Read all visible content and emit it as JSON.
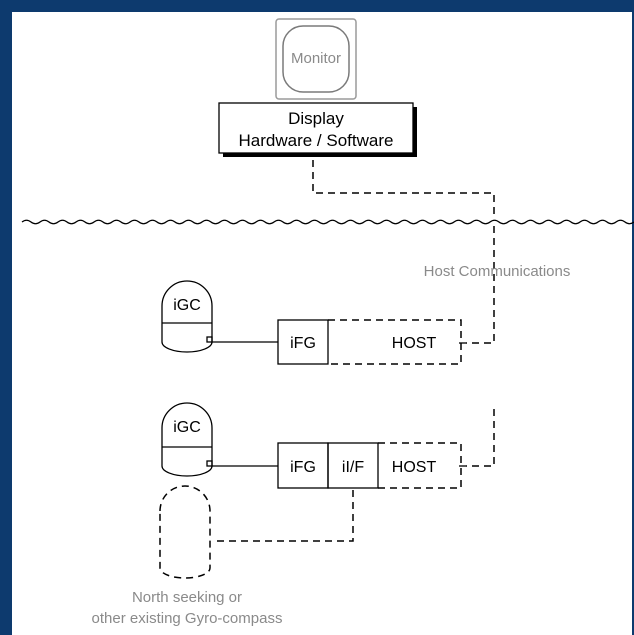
{
  "monitor": {
    "label": "Monitor"
  },
  "display": {
    "line1": "Display",
    "line2": "Hardware / Software"
  },
  "host_comms": {
    "label": "Host Communications"
  },
  "system1": {
    "gyro_label": "iGC",
    "ifg_label": "iFG",
    "host_label": "HOST"
  },
  "system2": {
    "gyro_label": "iGC",
    "ifg_label": "iFG",
    "iif_label": "iI/F",
    "host_label": "HOST"
  },
  "existing_gyro": {
    "line1": "North seeking or",
    "line2": "other existing Gyro-compass"
  }
}
